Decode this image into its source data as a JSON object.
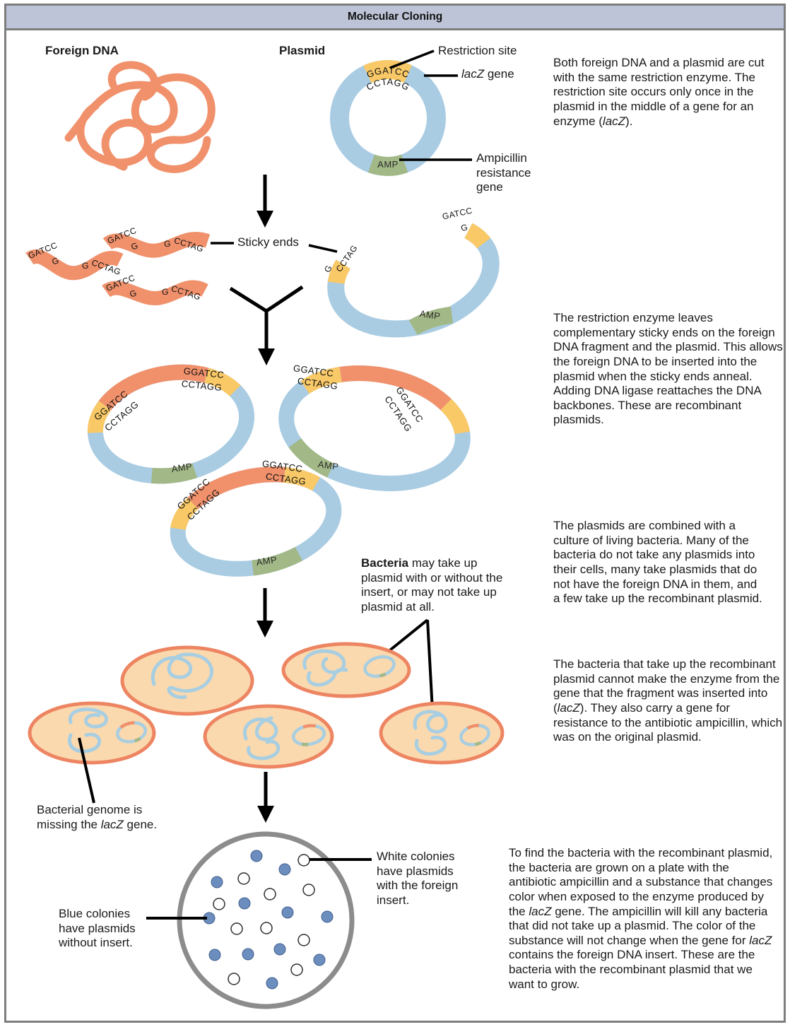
{
  "title": "Molecular Cloning",
  "colors": {
    "title_bg": "#bec4d7",
    "frame": "#7d7d7d",
    "dna_orange": "#F0916C",
    "plasmid_blue": "#A9CCE3",
    "sequence_yellow": "#F9C967",
    "amp_green": "#A2B886",
    "bacteria_fill": "#FBD9AE",
    "bacteria_stroke": "#ED8562",
    "genome_blue": "#A8CEE2",
    "colony_blue": "#6C8EBF",
    "dish_gray": "#8C8C8C"
  },
  "seq": {
    "ggatcc": "GGATCC",
    "cctagg": "CCTAGG",
    "gatcc": "GATCC",
    "cctag": "CCTAG",
    "g": "G",
    "amp": "AMP"
  },
  "top": {
    "foreign_dna": "Foreign DNA",
    "plasmid": "Plasmid",
    "restriction_site": "Restriction site",
    "lacz_gene_runs": [
      {
        "t": "lacZ",
        "i": true
      },
      {
        "t": " gene"
      }
    ],
    "ampicillin_gene": "Ampicillin resistance gene"
  },
  "labels": {
    "sticky_ends": "Sticky ends",
    "bacteria_note_runs": [
      {
        "t": "Bacteria",
        "b": true
      },
      {
        "t": " may take up plasmid with or without the insert, or may not take up plasmid at all."
      }
    ],
    "genome_note_runs": [
      {
        "t": "Bacterial genome is missing the "
      },
      {
        "t": "lacZ",
        "i": true
      },
      {
        "t": " gene."
      }
    ],
    "white_colonies": "White colonies have plasmids with the foreign insert.",
    "blue_colonies": "Blue colonies have plasmids without insert."
  },
  "paragraphs": {
    "p1_runs": [
      {
        "t": "Both foreign DNA and a plasmid are cut with the same restriction enzyme. The restriction site occurs only once in the plasmid in the middle of a gene for an enzyme ("
      },
      {
        "t": "lacZ",
        "i": true
      },
      {
        "t": ")."
      }
    ],
    "p2_runs": [
      {
        "t": "The restriction enzyme leaves complementary sticky ends on the foreign DNA fragment and the plasmid. This allows the foreign DNA to be inserted into the plasmid when the sticky ends anneal. Adding DNA ligase reattaches the DNA backbones. These are recombinant plasmids."
      }
    ],
    "p3_runs": [
      {
        "t": "The plasmids are combined with a culture of living bacteria. Many of the bacteria do not take any plasmids into their cells, many take plasmids that do not have the foreign DNA in them, and a few take up the recombinant plasmid."
      }
    ],
    "p4_runs": [
      {
        "t": "The bacteria that take up the recombinant plasmid cannot make the enzyme from the gene that the fragment was inserted into ("
      },
      {
        "t": "lacZ",
        "i": true
      },
      {
        "t": "). They also carry a gene for resistance to the antibiotic ampicillin, which was on the original plasmid."
      }
    ],
    "p5_runs": [
      {
        "t": "To find the bacteria with the recombinant plasmid, the bacteria are grown on a plate with the antibiotic ampicillin and a substance that changes color when exposed to the enzyme produced by the "
      },
      {
        "t": "lacZ",
        "i": true
      },
      {
        "t": " gene. The ampicillin will kill any bacteria that did not take up a plasmid. The color of the substance will not change when the gene for "
      },
      {
        "t": "lacZ",
        "i": true
      },
      {
        "t": " contains the foreign DNA insert. These are the bacteria with the recombinant plasmid that we want to grow."
      }
    ]
  }
}
